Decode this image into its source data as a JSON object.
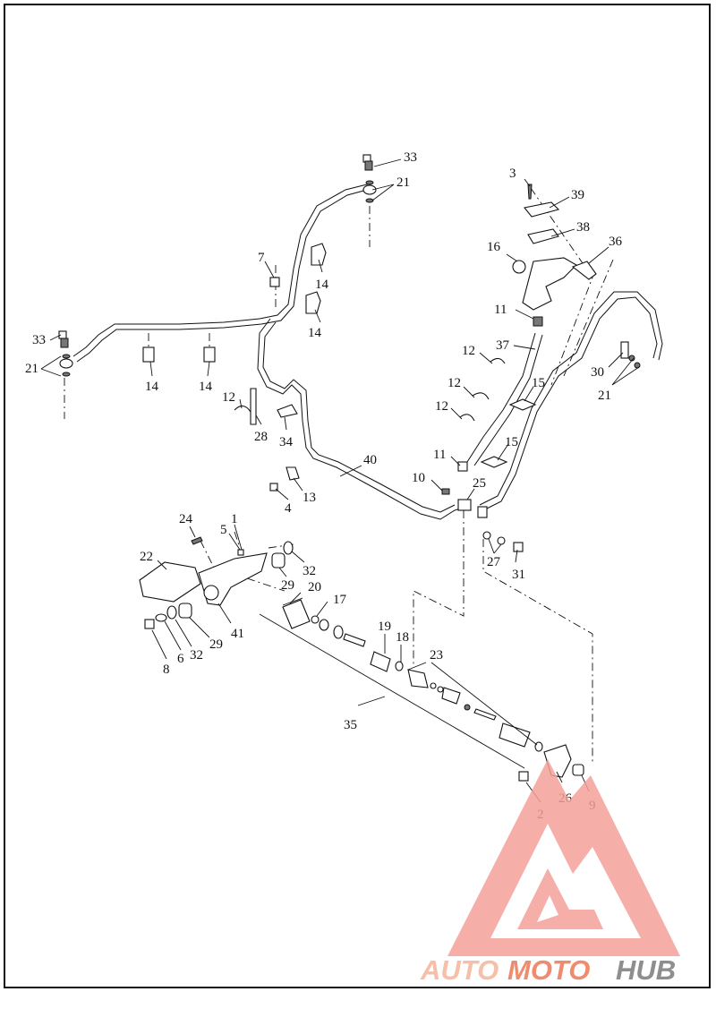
{
  "colors": {
    "brand_light": "#f6bfa9",
    "brand_accent": "#ef8b6e",
    "brand_dark": "#8e8e8e",
    "logo_red": "#f4a09a"
  },
  "brand": {
    "text_light": "AUTO",
    "text_accent": "MOTO",
    "text_dark": "HUB"
  },
  "callouts": {
    "c33a": "33",
    "c21a": "21",
    "c3": "3",
    "c39": "39",
    "c38": "38",
    "c36": "36",
    "c16": "16",
    "c7": "7",
    "c14a": "14",
    "c14b": "14",
    "c11a": "11",
    "c37": "37",
    "c33b": "33",
    "c21b": "21",
    "c14c": "14",
    "c14d": "14",
    "c12a": "12",
    "c12b": "12",
    "c12c": "12",
    "c12d": "12",
    "c15a": "15",
    "c30": "30",
    "c21c": "21",
    "c28": "28",
    "c34": "34",
    "c11b": "11",
    "c15b": "15",
    "c40": "40",
    "c10": "10",
    "c25": "25",
    "c13": "13",
    "c4": "4",
    "c24": "24",
    "c5": "5",
    "c1": "1",
    "c22": "22",
    "c32a": "32",
    "c27": "27",
    "c31": "31",
    "c29a": "29",
    "c20": "20",
    "c17": "17",
    "c41": "41",
    "c29b": "29",
    "c32b": "32",
    "c6": "6",
    "c8": "8",
    "c19": "19",
    "c18": "18",
    "c23": "23",
    "c35": "35",
    "c2": "2",
    "c26": "26",
    "c9": "9"
  }
}
